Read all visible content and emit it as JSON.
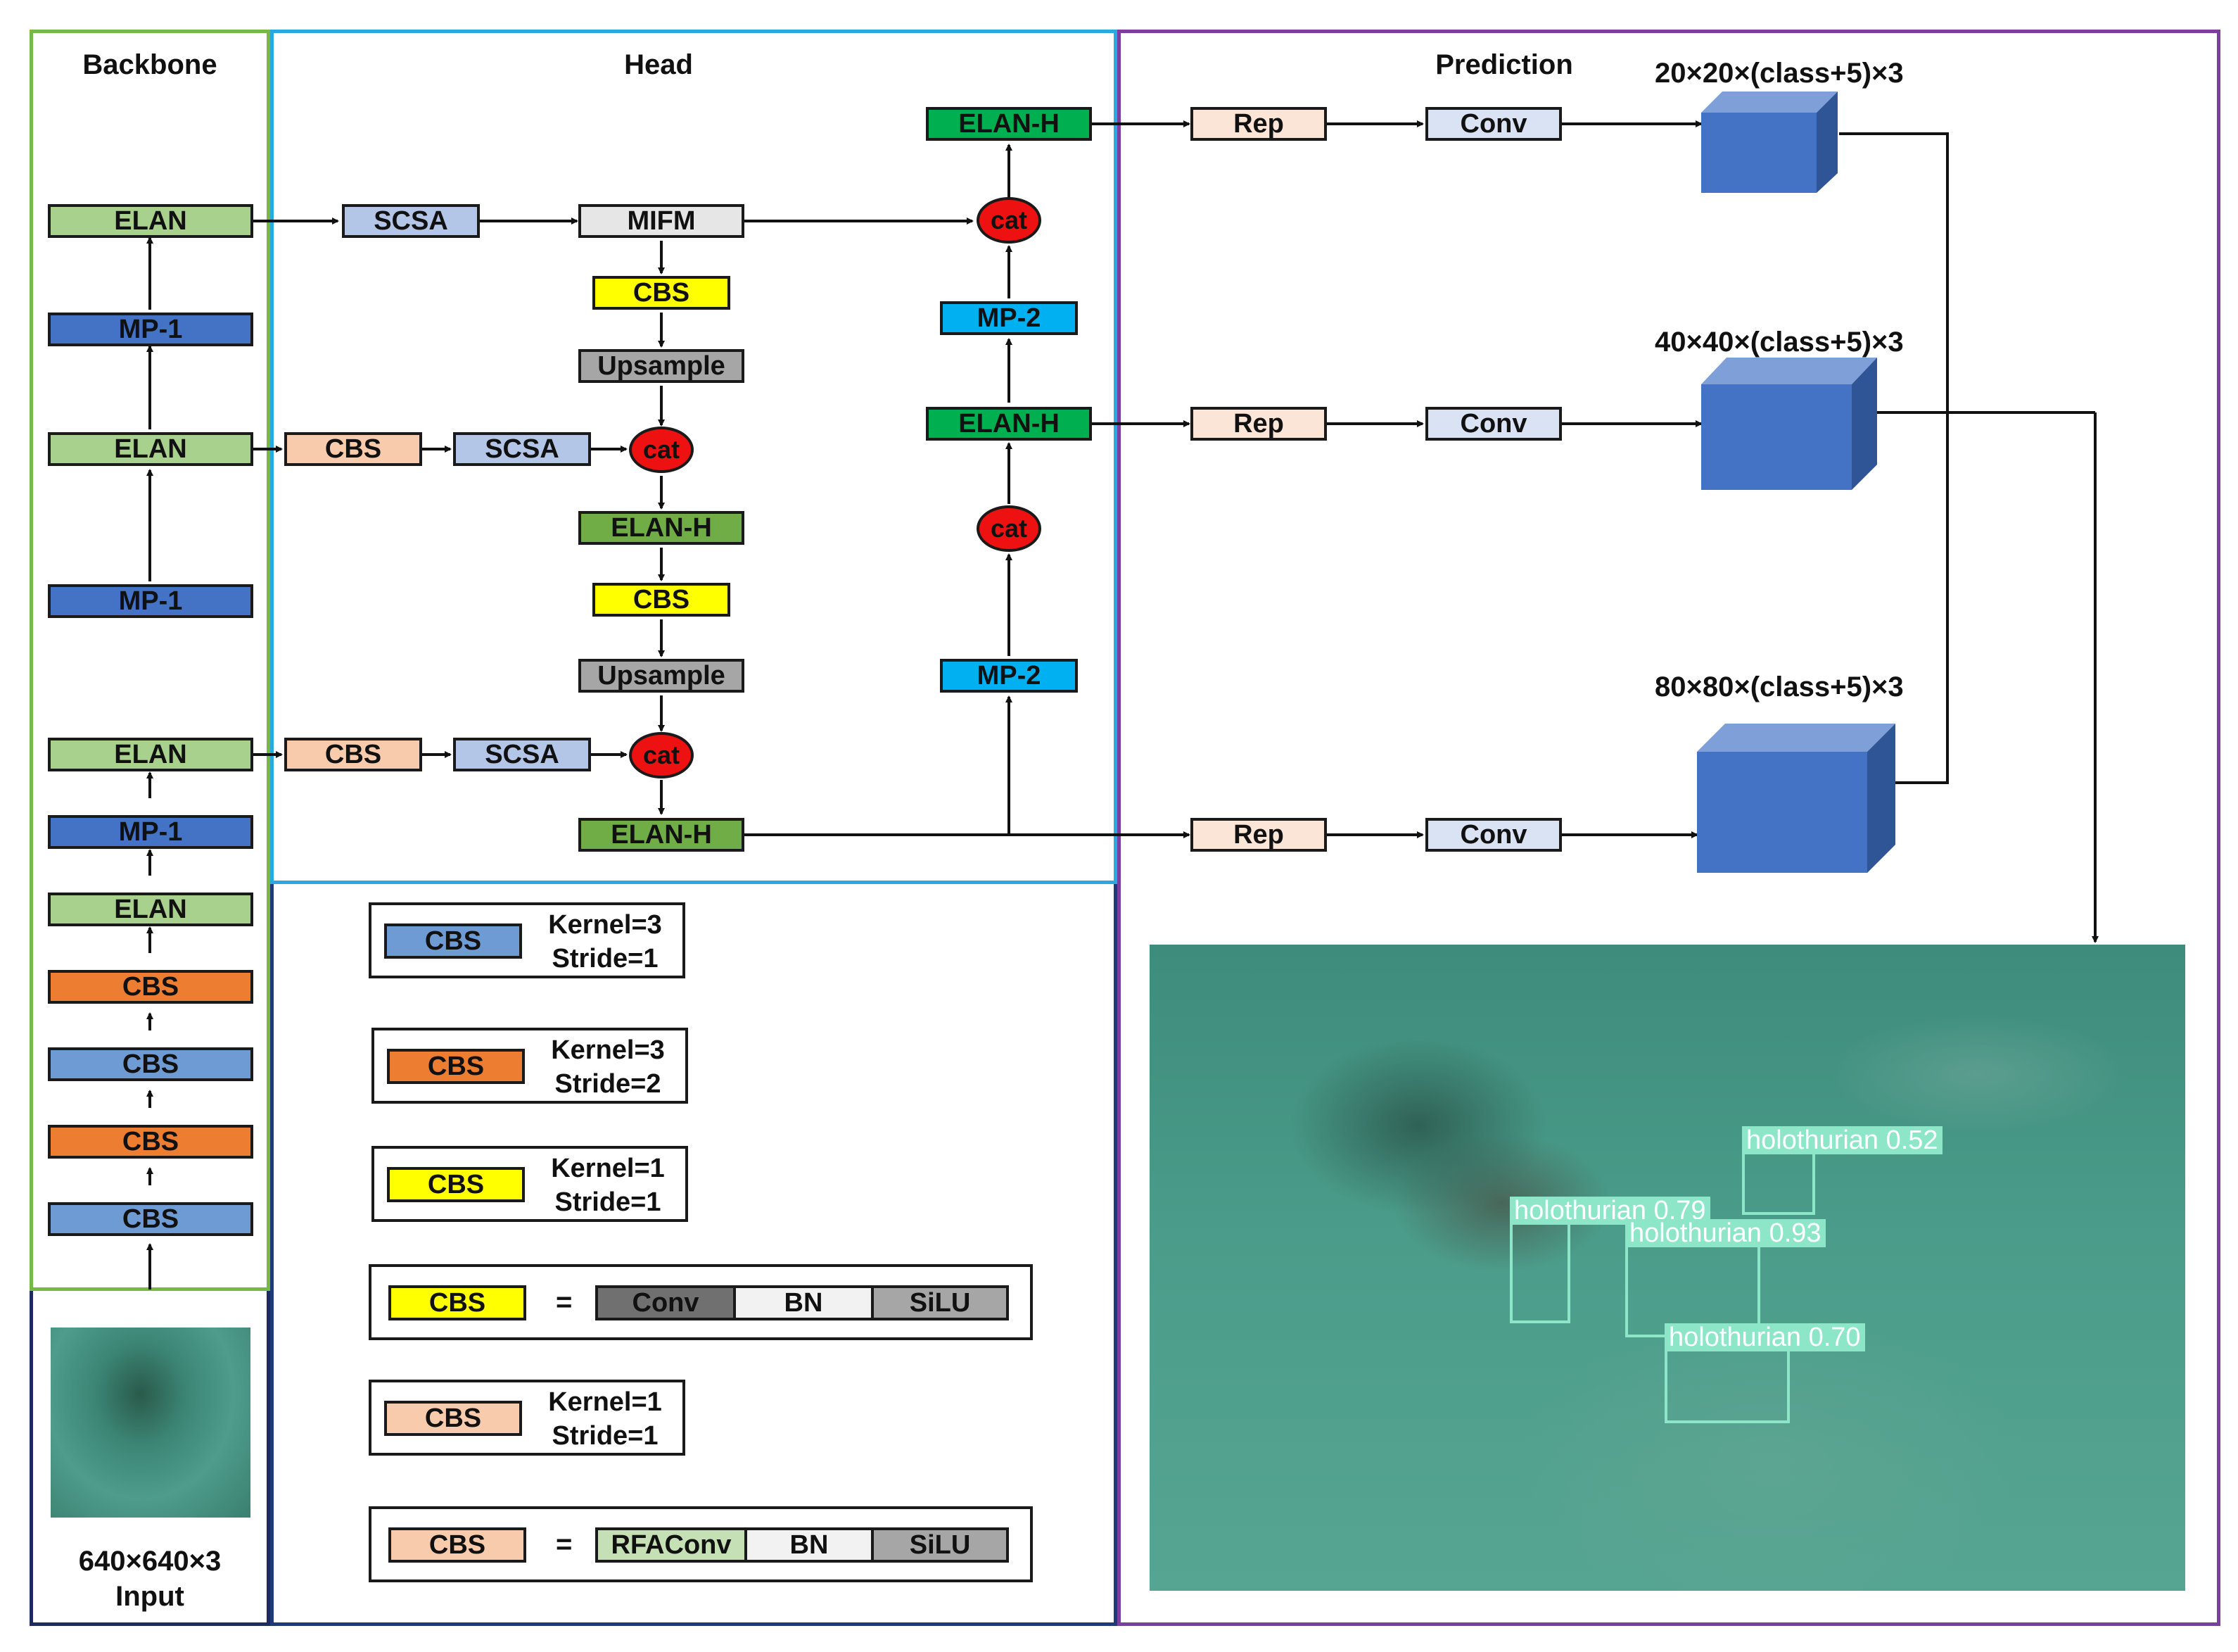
{
  "panels": {
    "backbone_title": "Backbone",
    "head_title": "Head",
    "prediction_title": "Prediction"
  },
  "input": {
    "dims": "640×640×3",
    "label": "Input"
  },
  "backbone": {
    "elan4": "ELAN",
    "mp1_c": "MP-1",
    "elan3": "ELAN",
    "mp1_b": "MP-1",
    "elan2": "ELAN",
    "mp1_a": "MP-1",
    "elan1": "ELAN",
    "cbs_orange_2": "CBS",
    "cbs_blue_2": "CBS",
    "cbs_orange_1": "CBS",
    "cbs_blue_1": "CBS"
  },
  "head": {
    "scsa_top": "SCSA",
    "mifm": "MIFM",
    "cbs_yellow_1": "CBS",
    "upsample_1": "Upsample",
    "cbs_peach_1": "CBS",
    "scsa_mid": "SCSA",
    "cat_1": "cat",
    "elan_h_1": "ELAN-H",
    "cbs_yellow_2": "CBS",
    "upsample_2": "Upsample",
    "cbs_peach_2": "CBS",
    "scsa_low": "SCSA",
    "cat_2": "cat",
    "elan_h_2": "ELAN-H",
    "mp2_low": "MP-2",
    "cat_3": "cat",
    "elan_h_3": "ELAN-H",
    "mp2_high": "MP-2",
    "cat_4": "cat",
    "elan_h_4": "ELAN-H"
  },
  "prediction": {
    "rep": "Rep",
    "conv": "Conv",
    "out_small": "20×20×(class+5)×3",
    "out_mid": "40×40×(class+5)×3",
    "out_large": "80×80×(class+5)×3"
  },
  "legend": {
    "cbs": "CBS",
    "eq": "=",
    "item1": {
      "k": "Kernel=3",
      "s": "Stride=1"
    },
    "item2": {
      "k": "Kernel=3",
      "s": "Stride=2"
    },
    "item3": {
      "k": "Kernel=1",
      "s": "Stride=1"
    },
    "item4": {
      "a": "Conv",
      "b": "BN",
      "c": "SiLU"
    },
    "item5": {
      "k": "Kernel=1",
      "s": "Stride=1"
    },
    "item6": {
      "a": "RFAConv",
      "b": "BN",
      "c": "SiLU"
    }
  },
  "detections": [
    {
      "label": "holothurian 0.52"
    },
    {
      "label": "holothurian 0.79"
    },
    {
      "label": "holothurian 0.93"
    },
    {
      "label": "holothurian 0.70"
    }
  ],
  "colors": {
    "backbone_border": "#78b846",
    "head_border": "#2aa9e0",
    "prediction_border": "#7b3fa0",
    "legend_border": "#1f3a7a",
    "input_border": "#1f2a60",
    "elan": "#a9d18e",
    "mp1": "#4472c4",
    "cbs_orange": "#ed7d31",
    "cbs_blue": "#6f9bd4",
    "cbs_yellow": "#ffff00",
    "cbs_peach": "#f8cbad",
    "scsa": "#b4c6e7",
    "mifm": "#e7e6e6",
    "upsample": "#a6a6a6",
    "elan_h_dark": "#70ad47",
    "elan_h_bright": "#00b050",
    "mp2": "#00b0f0",
    "rep": "#fbe5d6",
    "conv": "#dae3f3",
    "cat": "#ee1111",
    "cube": "#4472c4",
    "detection": "#8ee6c8",
    "water": "#4a9a8a"
  }
}
